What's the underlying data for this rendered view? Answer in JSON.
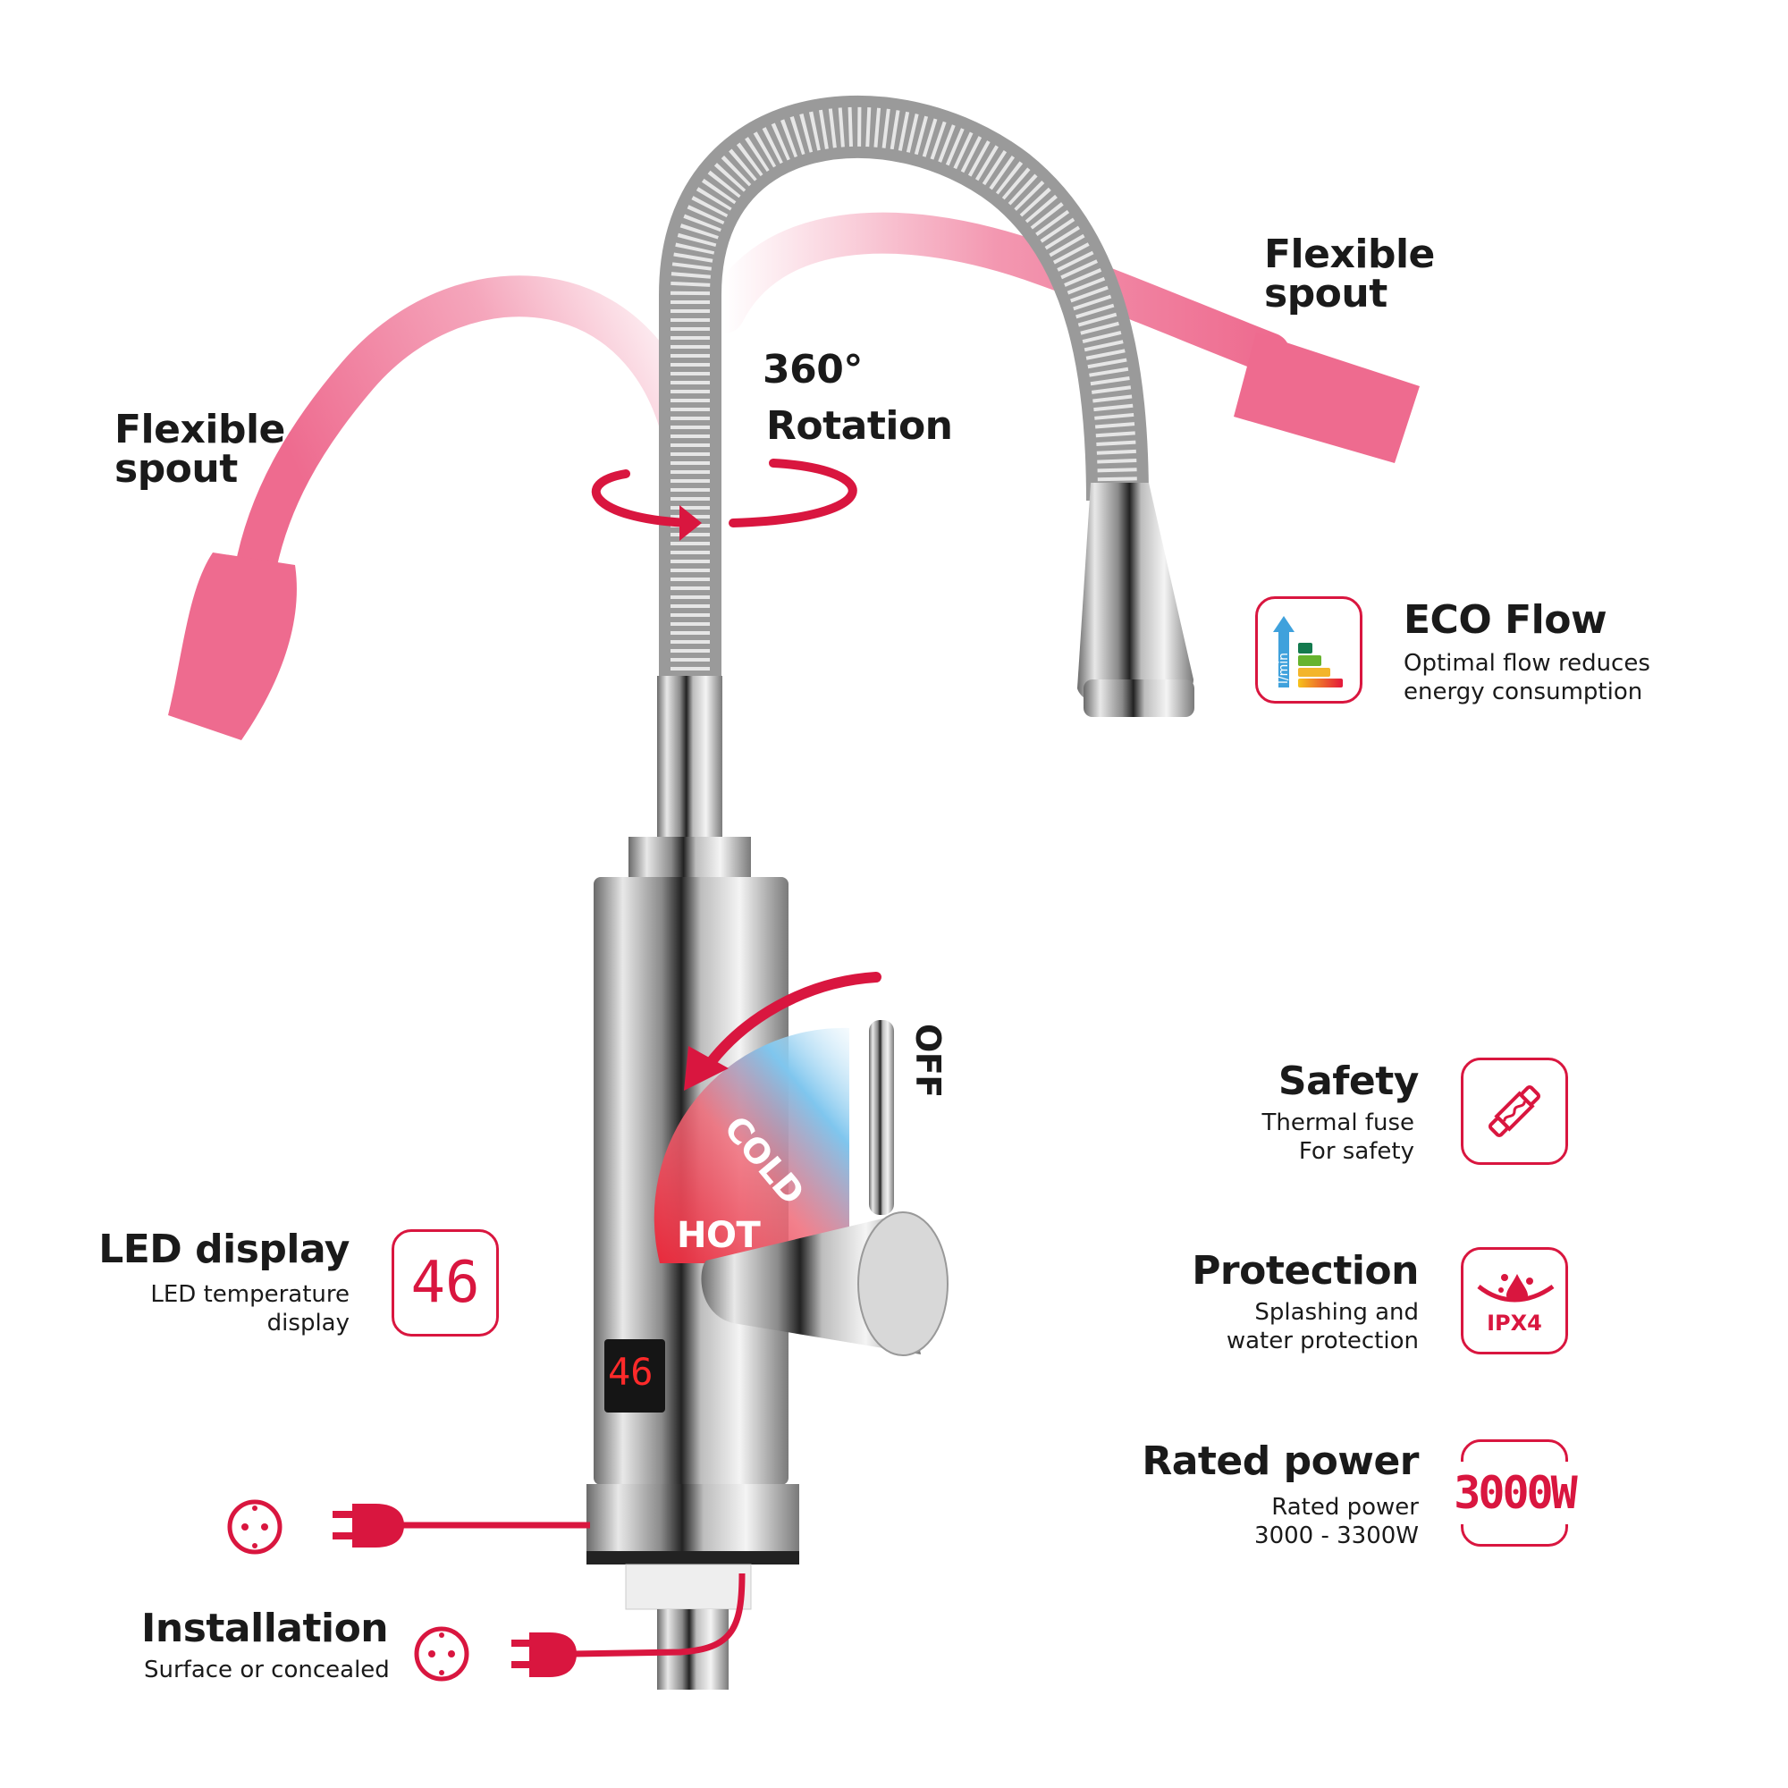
{
  "left_spout": {
    "line1": "Flexible",
    "line2": "spout"
  },
  "right_spout": {
    "line1": "Flexible",
    "line2": "spout"
  },
  "rotation": {
    "degrees": "360°",
    "label": "Rotation"
  },
  "eco": {
    "title": "ECO Flow",
    "desc1": "Optimal flow reduces",
    "desc2": "energy consumption",
    "icon_label": "l/min"
  },
  "safety": {
    "title": "Safety",
    "desc1": "Thermal fuse",
    "desc2": "For safety"
  },
  "protection": {
    "title": "Protection",
    "desc1": "Splashing and",
    "desc2": "water protection",
    "badge": "IPX4"
  },
  "power": {
    "title": "Rated power",
    "desc1": "Rated power",
    "desc2": "3000 - 3300W",
    "badge": "3000W"
  },
  "led": {
    "title": "LED display",
    "desc1": "LED temperature",
    "desc2": "display",
    "icon_value": "46",
    "display_value": "46"
  },
  "installation": {
    "title": "Installation",
    "desc": "Surface or concealed"
  },
  "handle": {
    "hot": "HOT",
    "cold": "COLD",
    "off": "OFF"
  },
  "colors": {
    "accent": "#d9163f",
    "pink": "#ee6b8f"
  }
}
